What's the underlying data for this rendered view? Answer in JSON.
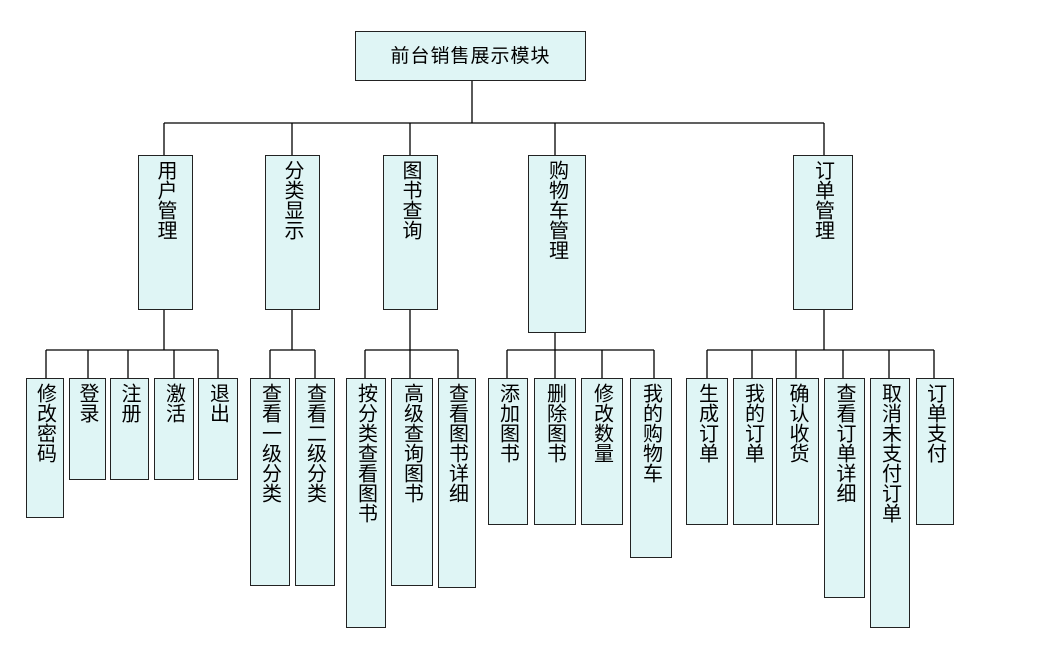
{
  "root": "前台销售展示模块",
  "modules": [
    {
      "label": "用户管理",
      "children": [
        "修改密码",
        "登录",
        "注册",
        "激活",
        "退出"
      ]
    },
    {
      "label": "分类显示",
      "children": [
        "查看一级分类",
        "查看二级分类"
      ]
    },
    {
      "label": "图书查询",
      "children": [
        "按分类查看图书",
        "高级查询图书",
        "查看图书详细"
      ]
    },
    {
      "label": "购物车管理",
      "children": [
        "添加图书",
        "删除图书",
        "修改数量",
        "我的购物车"
      ]
    },
    {
      "label": "订单管理",
      "children": [
        "生成订单",
        "我的订单",
        "确认收货",
        "查看订单详细",
        "取消未支付订单",
        "订单支付"
      ]
    }
  ],
  "colors": {
    "box_fill": "#dff5f5",
    "border": "#222222",
    "line": "#000000"
  }
}
